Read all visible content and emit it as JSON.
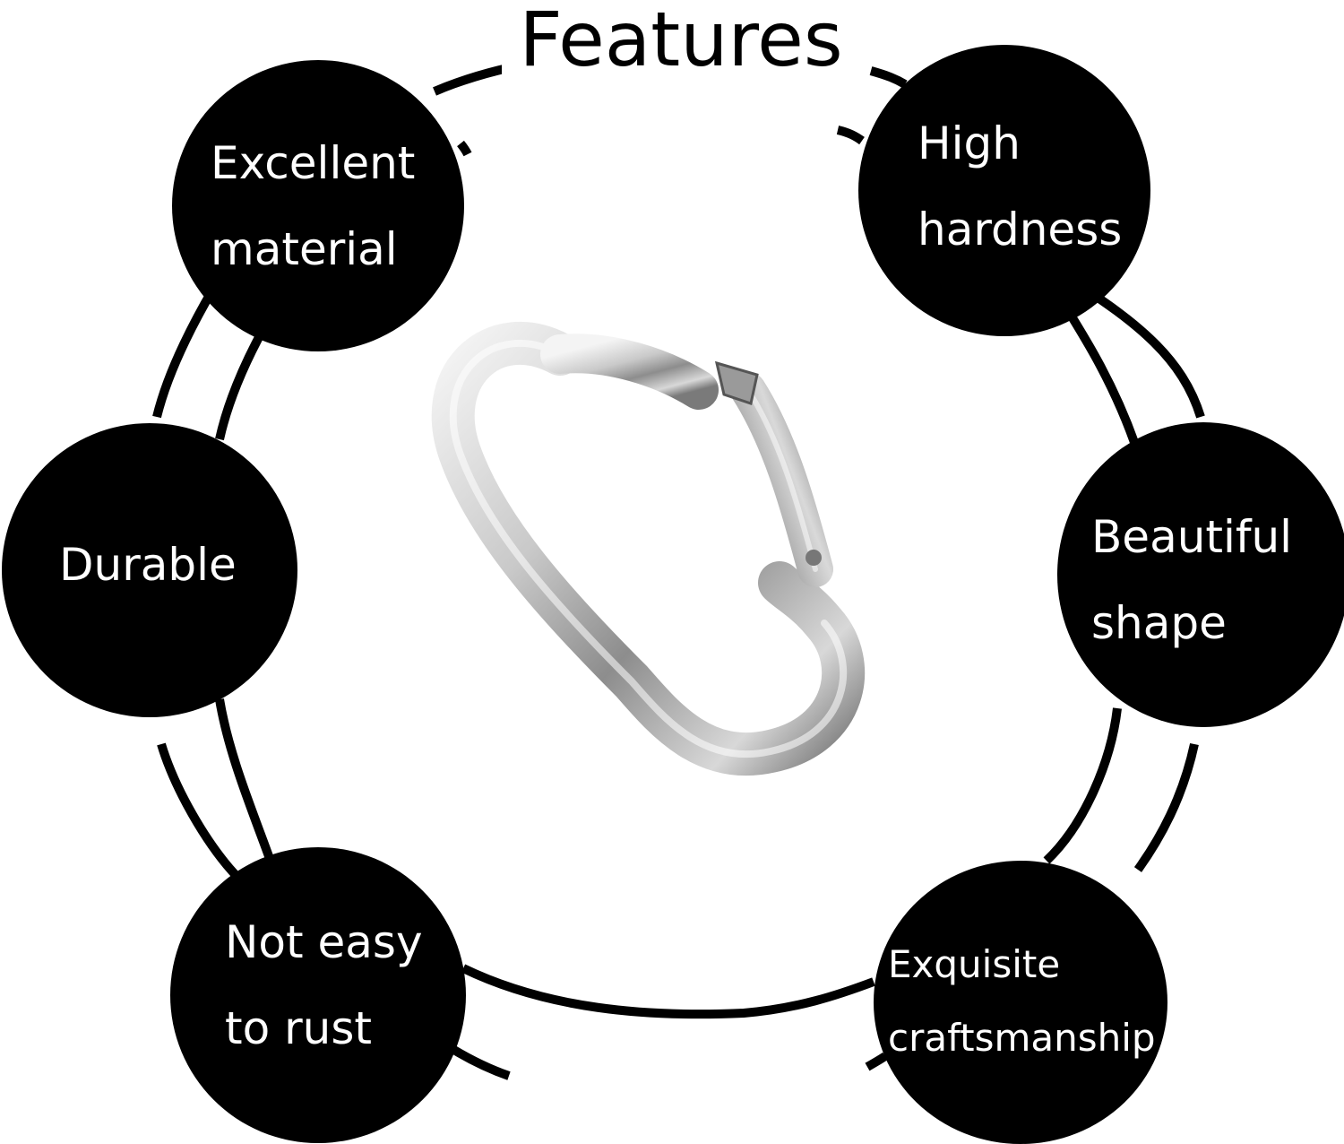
{
  "title": "Features",
  "features": [
    {
      "line1": "Excellent",
      "line2": "material"
    },
    {
      "line1": "High",
      "line2": "hardness"
    },
    {
      "line1": "Durable",
      "line2": ""
    },
    {
      "line1": "Beautiful",
      "line2": "shape"
    },
    {
      "line1": "Not easy",
      "line2": "to rust"
    },
    {
      "line1": "Exquisite",
      "line2": "craftsmanship"
    }
  ],
  "colors": {
    "background": "#ffffff",
    "bubble": "#000000",
    "bubble_text": "#ffffff",
    "ring": "#000000",
    "metal_light": "#f2f2f2",
    "metal_mid": "#b9b9b9",
    "metal_dark": "#6f6f6f"
  },
  "icons": {
    "center_image": "carabiner-snap-hook-icon"
  }
}
